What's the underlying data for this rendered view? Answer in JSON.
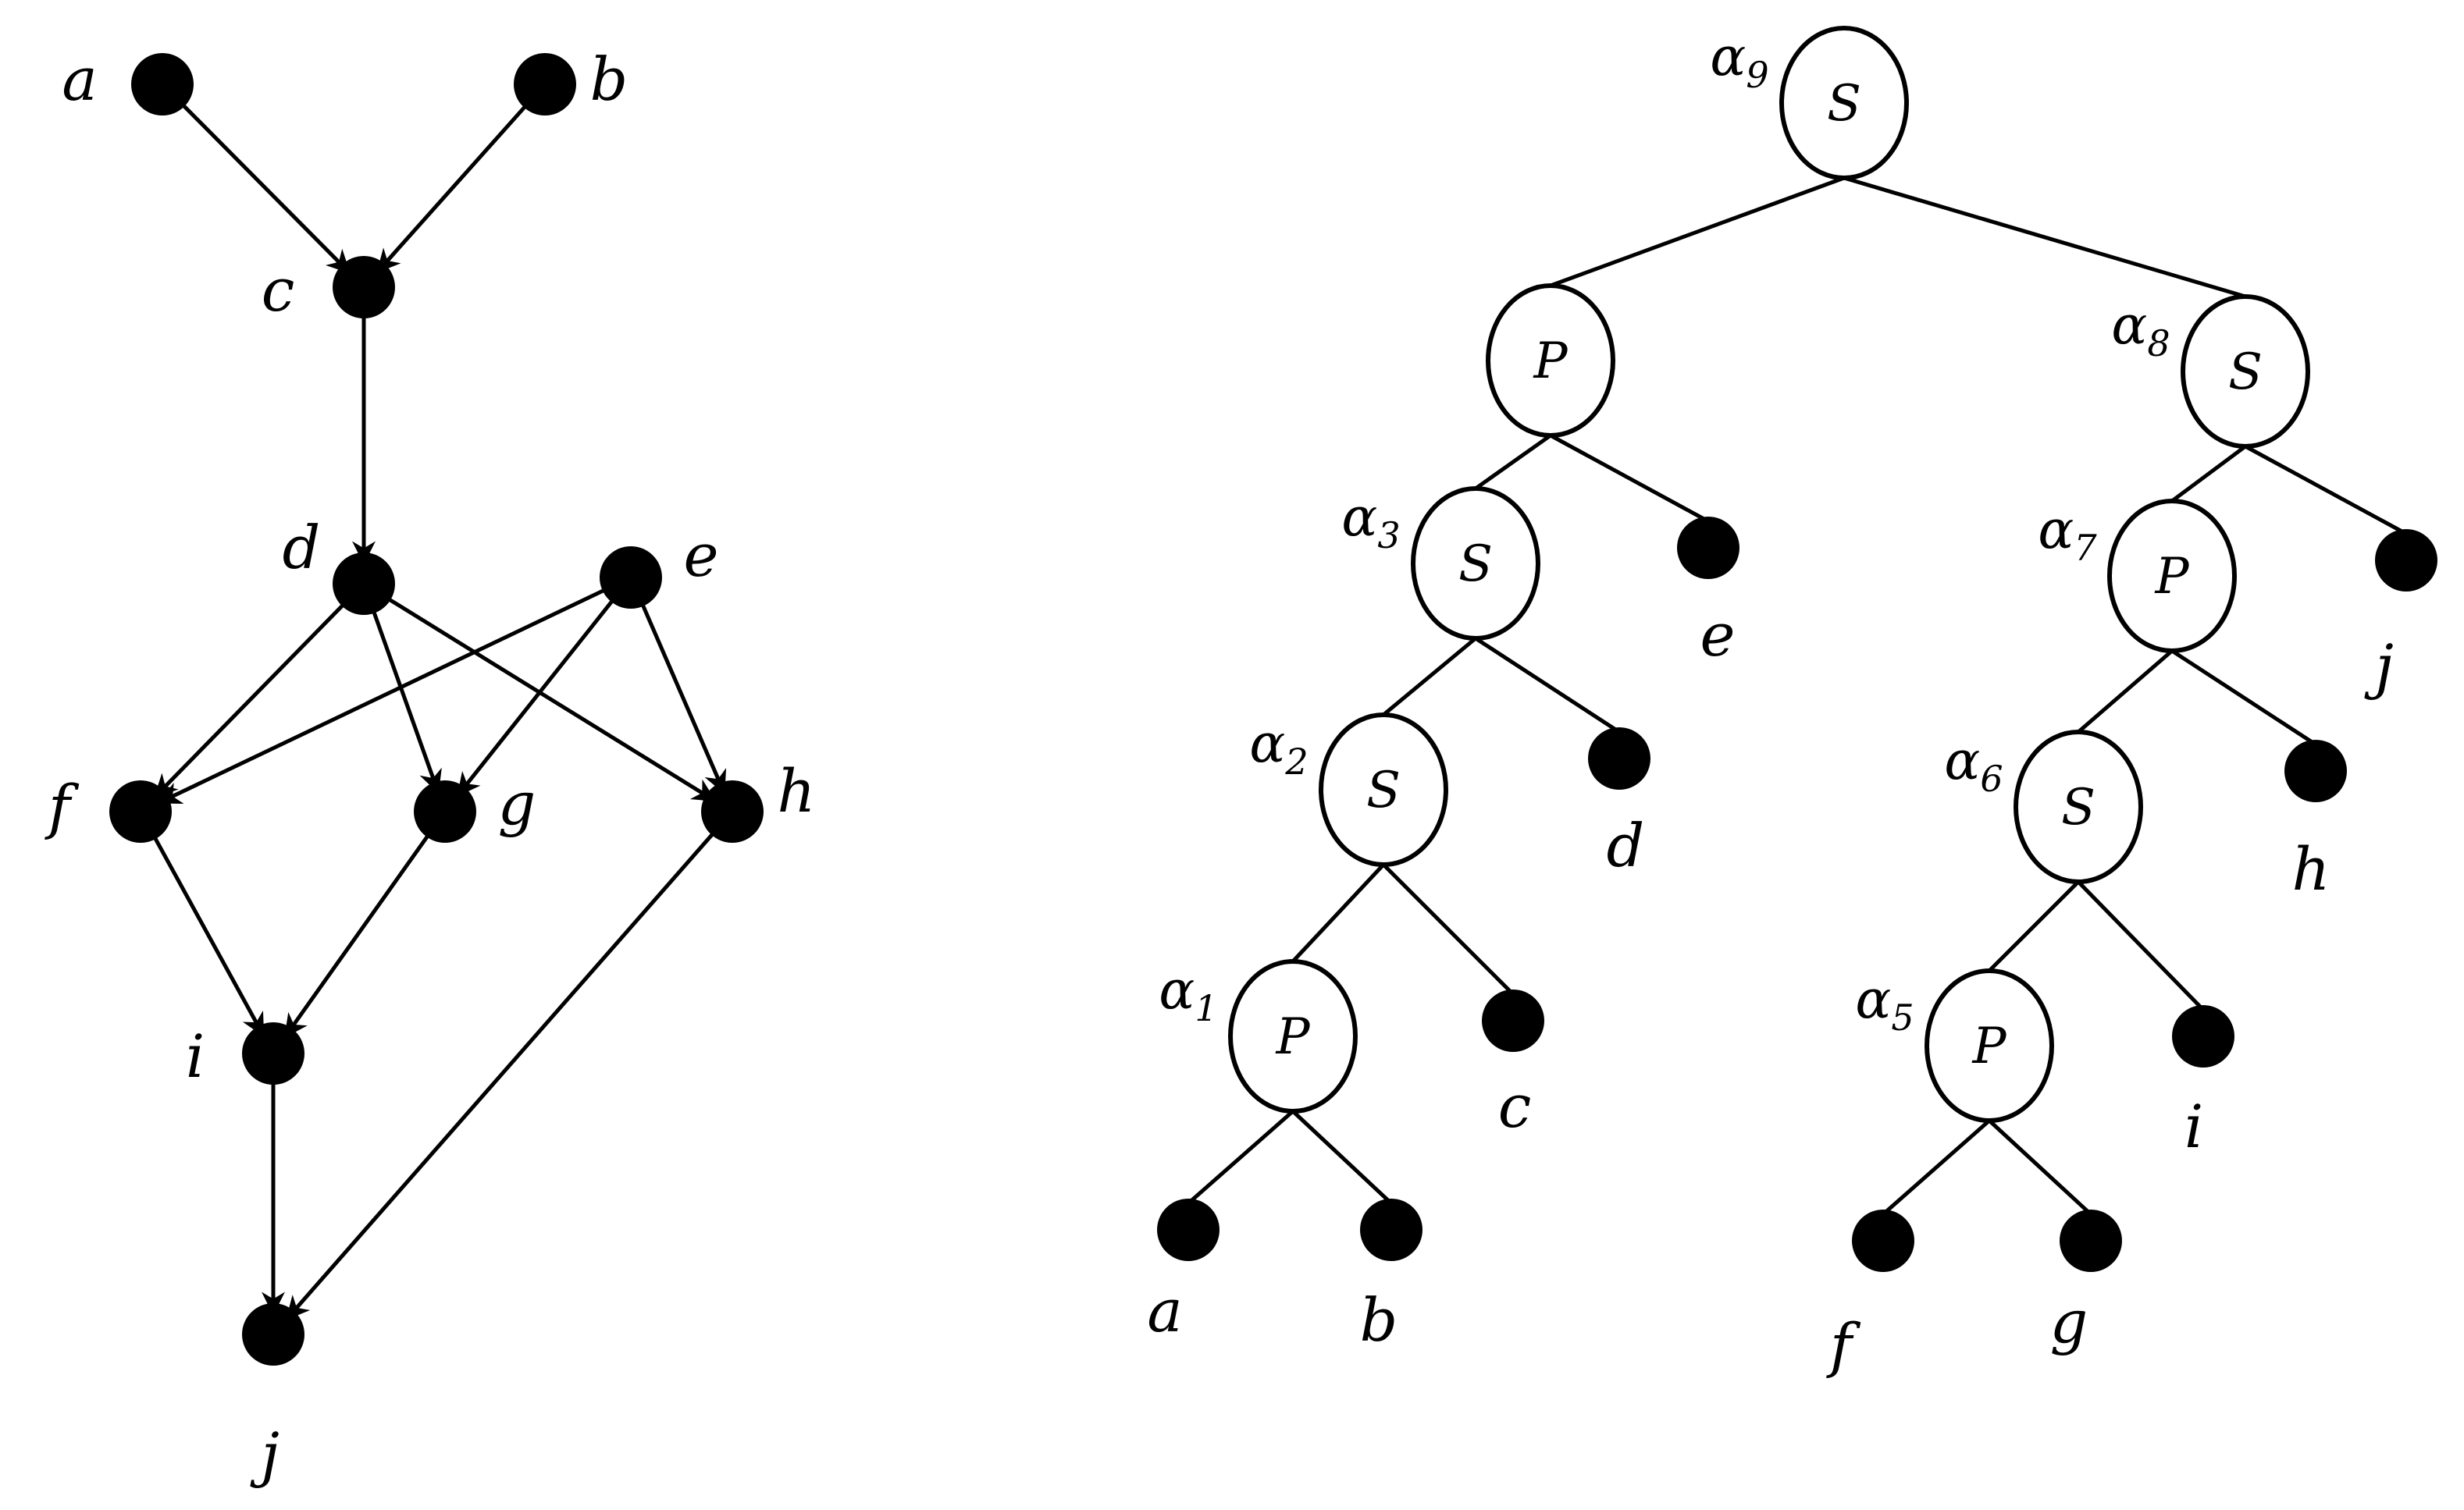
{
  "dag": {
    "nodes": [
      {
        "id": "a",
        "label": "a"
      },
      {
        "id": "b",
        "label": "b"
      },
      {
        "id": "c",
        "label": "c"
      },
      {
        "id": "d",
        "label": "d"
      },
      {
        "id": "e",
        "label": "e"
      },
      {
        "id": "f",
        "label": "f"
      },
      {
        "id": "g",
        "label": "g"
      },
      {
        "id": "h",
        "label": "h"
      },
      {
        "id": "i",
        "label": "i"
      },
      {
        "id": "j",
        "label": "j"
      }
    ],
    "edges": [
      [
        "a",
        "c"
      ],
      [
        "b",
        "c"
      ],
      [
        "c",
        "d"
      ],
      [
        "d",
        "f"
      ],
      [
        "d",
        "g"
      ],
      [
        "d",
        "h"
      ],
      [
        "e",
        "f"
      ],
      [
        "e",
        "g"
      ],
      [
        "e",
        "h"
      ],
      [
        "f",
        "i"
      ],
      [
        "g",
        "i"
      ],
      [
        "i",
        "j"
      ],
      [
        "h",
        "j"
      ]
    ]
  },
  "tree": {
    "nodes": [
      {
        "id": "n9",
        "type": "S",
        "alpha": "α",
        "alpha_sub": "9"
      },
      {
        "id": "p_top",
        "type": "P"
      },
      {
        "id": "n8",
        "type": "S",
        "alpha": "α",
        "alpha_sub": "8"
      },
      {
        "id": "n3",
        "type": "S",
        "alpha": "α",
        "alpha_sub": "3"
      },
      {
        "id": "n2",
        "type": "S",
        "alpha": "α",
        "alpha_sub": "2"
      },
      {
        "id": "n1",
        "type": "P",
        "alpha": "α",
        "alpha_sub": "1"
      },
      {
        "id": "n7",
        "type": "P",
        "alpha": "α",
        "alpha_sub": "7"
      },
      {
        "id": "n6",
        "type": "S",
        "alpha": "α",
        "alpha_sub": "6"
      },
      {
        "id": "n5",
        "type": "P",
        "alpha": "α",
        "alpha_sub": "5"
      },
      {
        "id": "la",
        "label": "a"
      },
      {
        "id": "lb",
        "label": "b"
      },
      {
        "id": "lc",
        "label": "c"
      },
      {
        "id": "ld",
        "label": "d"
      },
      {
        "id": "le",
        "label": "e"
      },
      {
        "id": "lf",
        "label": "f"
      },
      {
        "id": "lg",
        "label": "g"
      },
      {
        "id": "lh",
        "label": "h"
      },
      {
        "id": "li",
        "label": "i"
      },
      {
        "id": "lj",
        "label": "j"
      }
    ],
    "edges": [
      [
        "n9",
        "p_top"
      ],
      [
        "n9",
        "n8"
      ],
      [
        "p_top",
        "n3"
      ],
      [
        "p_top",
        "le"
      ],
      [
        "n3",
        "n2"
      ],
      [
        "n3",
        "ld"
      ],
      [
        "n2",
        "n1"
      ],
      [
        "n2",
        "lc"
      ],
      [
        "n1",
        "la"
      ],
      [
        "n1",
        "lb"
      ],
      [
        "n8",
        "n7"
      ],
      [
        "n8",
        "lj"
      ],
      [
        "n7",
        "n6"
      ],
      [
        "n7",
        "lh"
      ],
      [
        "n6",
        "n5"
      ],
      [
        "n6",
        "li"
      ],
      [
        "n5",
        "lf"
      ],
      [
        "n5",
        "lg"
      ]
    ]
  }
}
